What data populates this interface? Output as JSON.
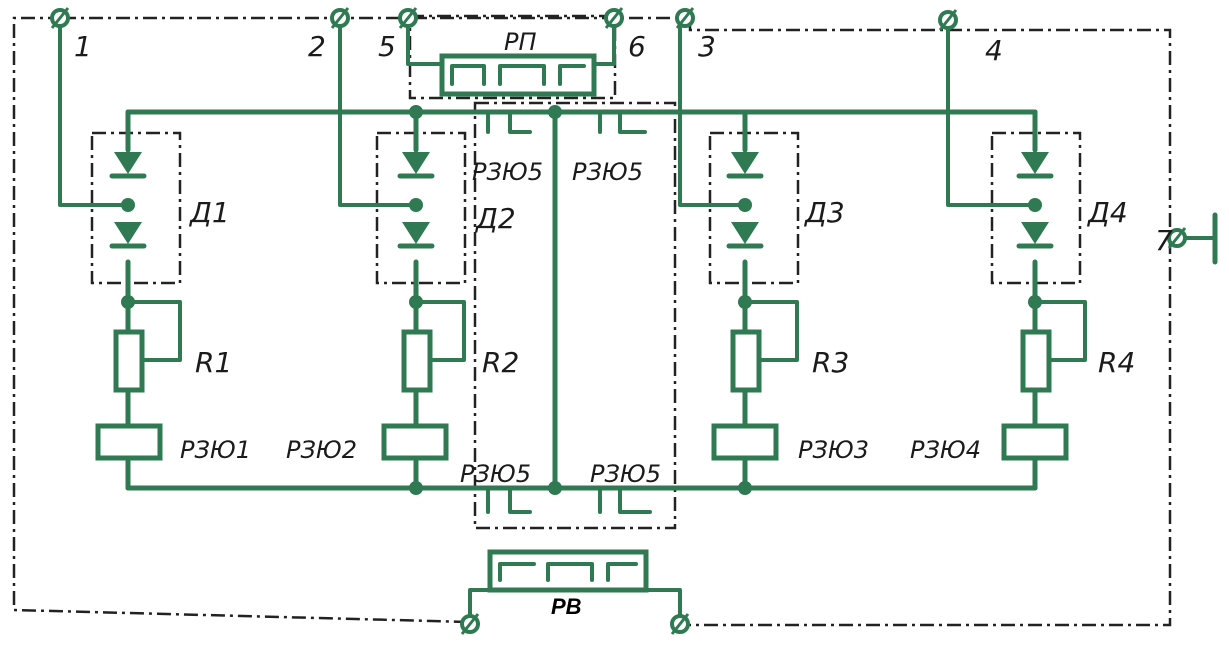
{
  "terminals": [
    "1",
    "2",
    "5",
    "6",
    "3",
    "4",
    "7"
  ],
  "relay_top": "РП",
  "relay_bottom": "РВ",
  "rzyu5": "РЗЮ5",
  "diodes": [
    "Д1",
    "Д2",
    "Д3",
    "Д4"
  ],
  "resistors": [
    "R1",
    "R2",
    "R3",
    "R4"
  ],
  "relays": [
    "РЗЮ1",
    "РЗЮ2",
    "РЗЮ3",
    "РЗЮ4"
  ],
  "colors": {
    "wire": "#2f7a52",
    "border": "#222222"
  }
}
